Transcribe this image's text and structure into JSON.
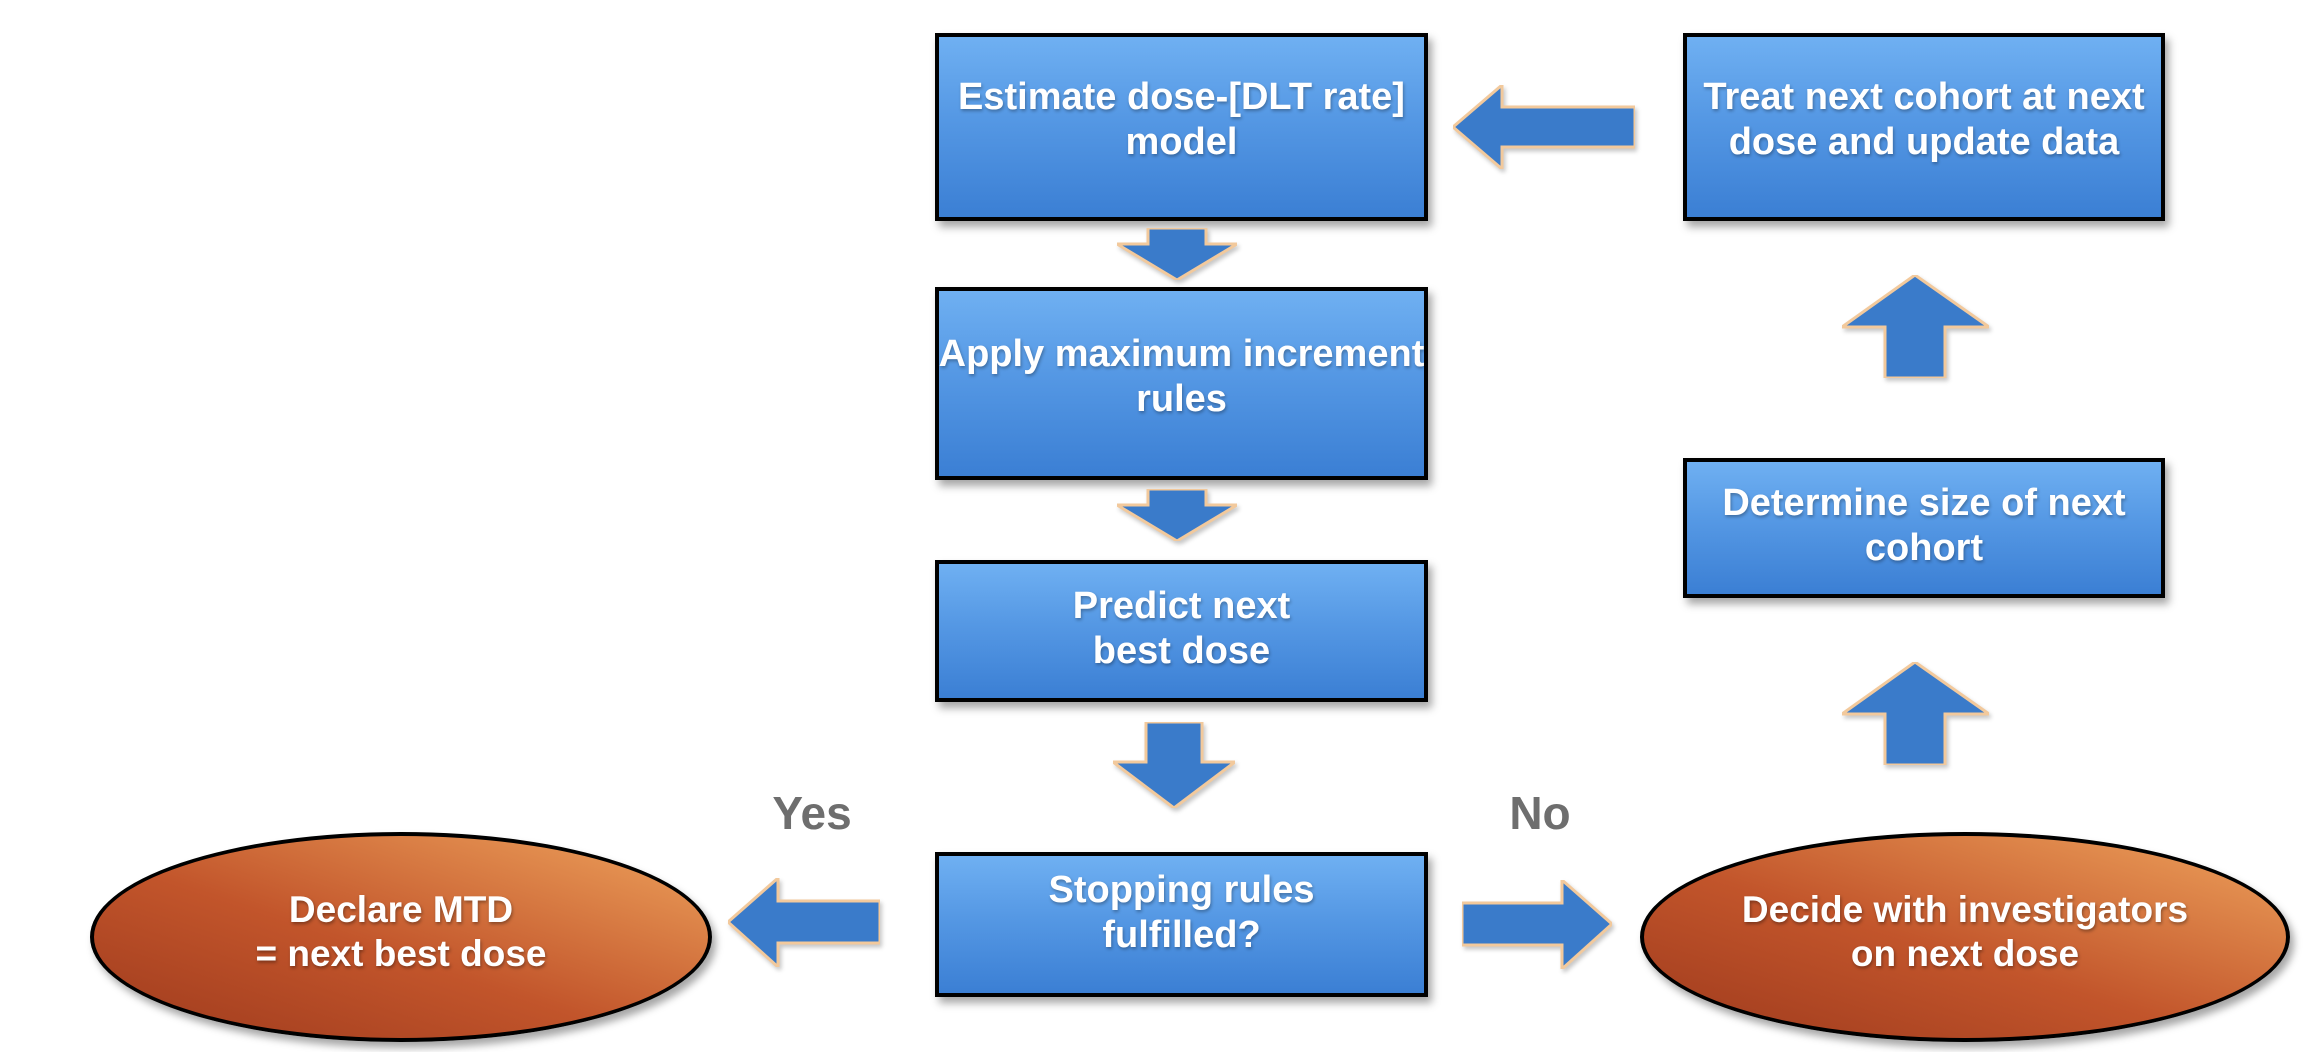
{
  "nodes": {
    "estimate": {
      "line1": "Estimate dose-[DLT rate]",
      "line2": "model"
    },
    "apply": {
      "line1": "Apply maximum increment",
      "line2": "rules"
    },
    "predict": {
      "line1": "Predict next",
      "line2": "best dose"
    },
    "stopping": {
      "line1": "Stopping rules",
      "line2": "fulfilled?"
    },
    "treat": {
      "line1": "Treat next cohort at next",
      "line2": "dose and update data"
    },
    "determine": {
      "line1": "Determine size of next",
      "line2": "cohort"
    },
    "declare": {
      "line1": "Declare MTD",
      "line2": "= next best dose"
    },
    "decide": {
      "line1": "Decide with investigators",
      "line2": "on next dose"
    }
  },
  "decision_labels": {
    "yes": "Yes",
    "no": "No"
  },
  "edges": [
    {
      "from": "treat",
      "to": "estimate",
      "direction": "left",
      "label": ""
    },
    {
      "from": "estimate",
      "to": "apply",
      "direction": "down",
      "label": ""
    },
    {
      "from": "apply",
      "to": "predict",
      "direction": "down",
      "label": ""
    },
    {
      "from": "predict",
      "to": "stopping",
      "direction": "down",
      "label": ""
    },
    {
      "from": "stopping",
      "to": "declare",
      "direction": "left",
      "label": "Yes"
    },
    {
      "from": "stopping",
      "to": "decide",
      "direction": "right",
      "label": "No"
    },
    {
      "from": "decide",
      "to": "determine",
      "direction": "up",
      "label": ""
    },
    {
      "from": "determine",
      "to": "treat",
      "direction": "up",
      "label": ""
    }
  ],
  "colors": {
    "process_fill_top": "#6FB0F2",
    "process_fill_bottom": "#3B7FD4",
    "process_border": "#000000",
    "arrow_fill": "#3A7BCA",
    "arrow_outline": "#F2C99C",
    "terminator_fill_dark": "#9E3A1D",
    "terminator_fill_light": "#EFA45D",
    "node_text_color": "#FFFFFF",
    "decision_label_color": "#6E6E6E",
    "background": "#FFFFFF"
  }
}
